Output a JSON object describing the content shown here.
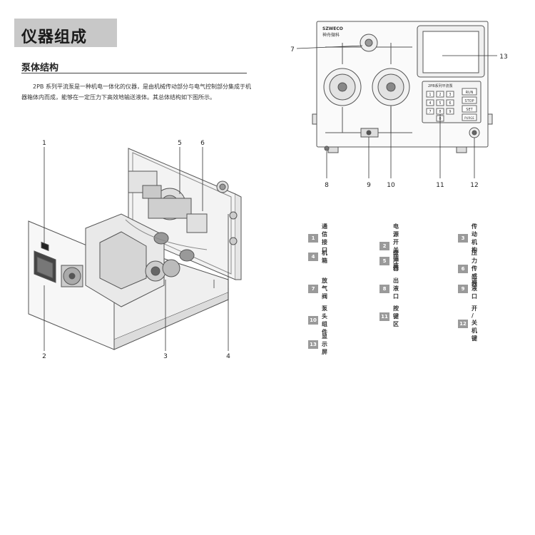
{
  "header": {
    "title": "仪器组成"
  },
  "section": {
    "heading": "泵体结构",
    "intro": "2PB 系列平流泵是一种机电一体化的仪器，是由机械传动部分与电气控制部分集成于机器箱体内而成，能够在一定压力下高效地输送液体。其总体结构如下图所示。"
  },
  "left_diagram": {
    "callouts": [
      "1",
      "2",
      "3",
      "4",
      "5",
      "6"
    ]
  },
  "right_diagram": {
    "brand": "SZWECO",
    "brand_sub": "神舟微科",
    "keypad_title": "2PB系列平流泵",
    "keypad_keys": [
      "1",
      "2",
      "3",
      "4",
      "5",
      "6",
      "7",
      "8",
      "9",
      "0"
    ],
    "side_keys": [
      "RUN",
      "STOP",
      "SET",
      "PURGE"
    ],
    "callouts": [
      "7",
      "13",
      "8",
      "9",
      "10",
      "11",
      "12"
    ]
  },
  "legend": [
    {
      "num": "1",
      "label": "通信接口"
    },
    {
      "num": "2",
      "label": "电源开关插座"
    },
    {
      "num": "3",
      "label": "传动机构"
    },
    {
      "num": "4",
      "label": "机箱"
    },
    {
      "num": "5",
      "label": "缓冲器"
    },
    {
      "num": "6",
      "label": "压力传感器"
    },
    {
      "num": "7",
      "label": "放气阀"
    },
    {
      "num": "8",
      "label": "出液口"
    },
    {
      "num": "9",
      "label": "进液口"
    },
    {
      "num": "10",
      "label": "泵头组件"
    },
    {
      "num": "11",
      "label": "按键区"
    },
    {
      "num": "12",
      "label": "开 / 关机键"
    },
    {
      "num": "13",
      "label": "显示屏"
    }
  ]
}
